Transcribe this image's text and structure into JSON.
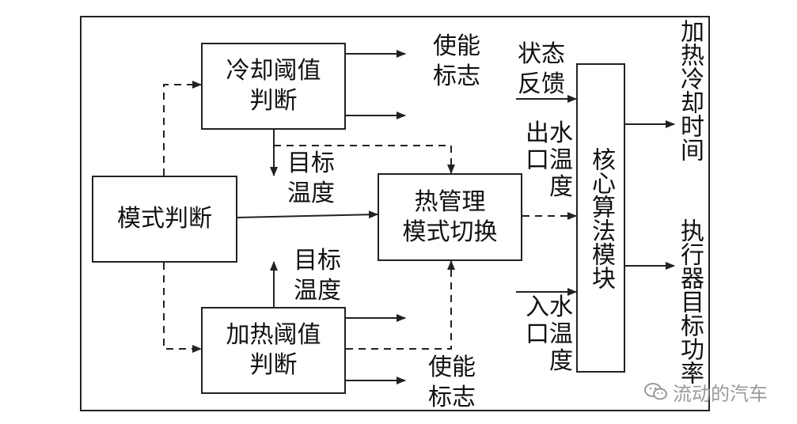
{
  "boxes": {
    "cooling": "冷却阈值\n判断",
    "mode": "模式判断",
    "heating": "加热阈值\n判断",
    "thermal": "热管理\n模式切换",
    "core": "核心算法模块"
  },
  "labels": {
    "enable_top": "使能\n标志",
    "enable_bottom": "使能\n标志",
    "target_temp_top": "目标\n温度",
    "target_temp_bottom": "目标\n温度",
    "state_feedback": "状态\n反馈",
    "outlet_temp": "出水\n口温\n度",
    "inlet_temp": "入水\n口温\n度",
    "output_time": "加热冷却时间",
    "output_power": "执行器目标功率"
  },
  "watermark": "流动的汽车",
  "colors": {
    "line": "#222222",
    "watermark": "#9a9a9a"
  }
}
